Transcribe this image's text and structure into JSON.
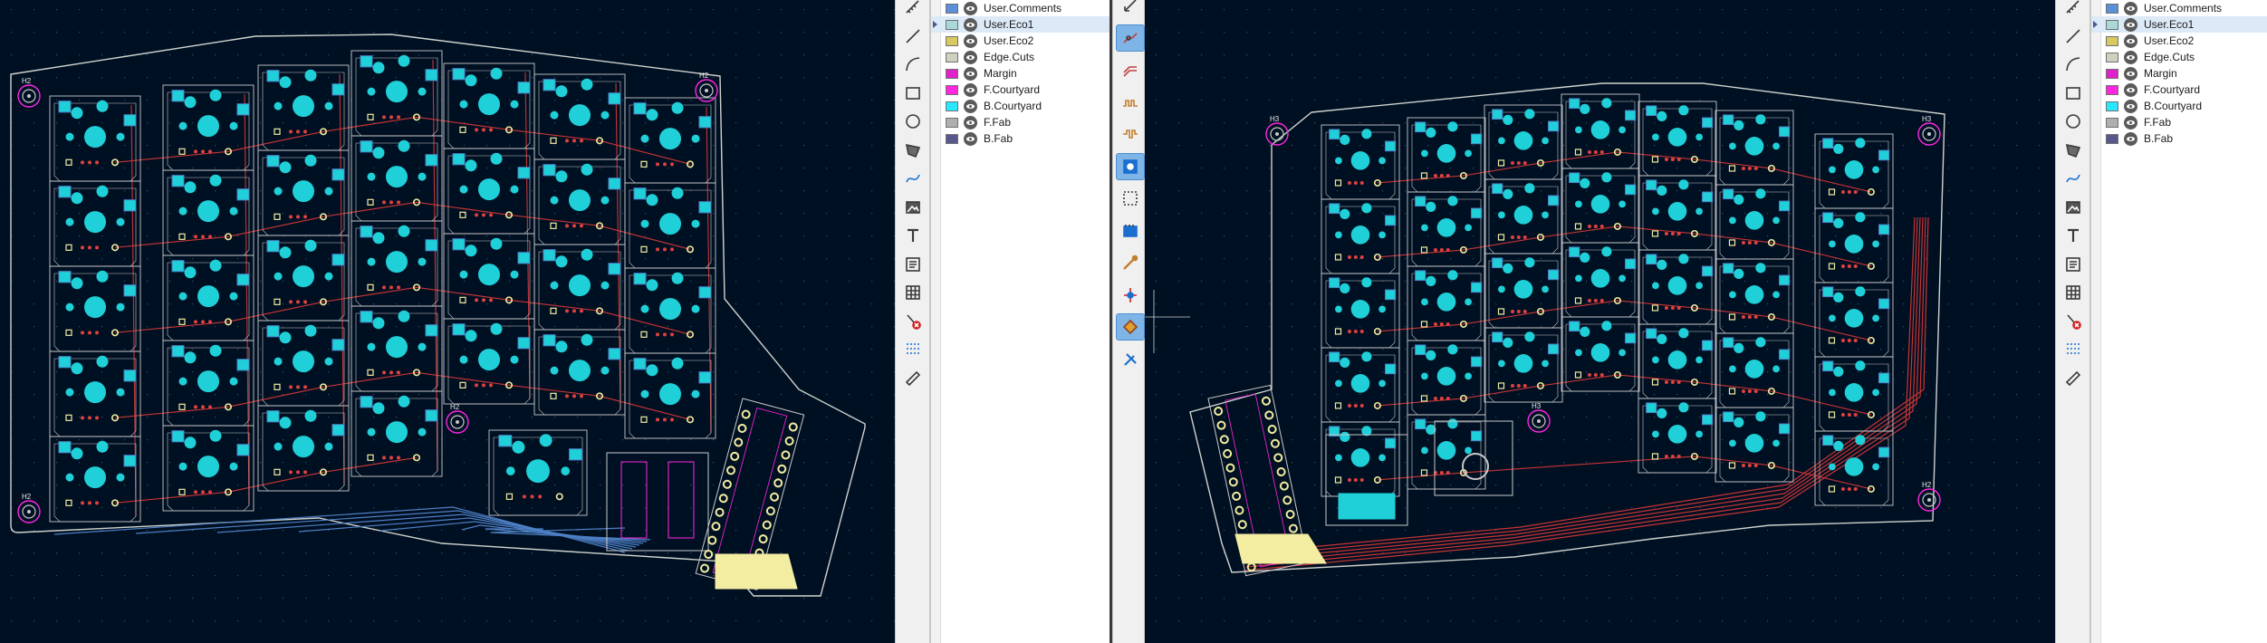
{
  "layers": [
    {
      "name": "User.Comments",
      "color": "#5b8fd8",
      "selected": false
    },
    {
      "name": "User.Eco1",
      "color": "#a8d8d8",
      "selected": true
    },
    {
      "name": "User.Eco2",
      "color": "#d8c860",
      "selected": false
    },
    {
      "name": "Edge.Cuts",
      "color": "#d0d0c0",
      "selected": false
    },
    {
      "name": "Margin",
      "color": "#e020c8",
      "selected": false
    },
    {
      "name": "F.Courtyard",
      "color": "#ff26e2",
      "selected": false
    },
    {
      "name": "B.Courtyard",
      "color": "#26e9ff",
      "selected": false
    },
    {
      "name": "F.Fab",
      "color": "#afafaf",
      "selected": false
    },
    {
      "name": "B.Fab",
      "color": "#58588c",
      "selected": false
    }
  ],
  "right_panel_layers": [
    {
      "name": "User.Comments",
      "color": "#5b8fd8",
      "selected": false
    },
    {
      "name": "User.Eco1",
      "color": "#a8d8d8",
      "selected": true
    },
    {
      "name": "User.Eco2",
      "color": "#d8c860",
      "selected": false
    },
    {
      "name": "Edge.Cuts",
      "color": "#d0d0c0",
      "selected": false
    },
    {
      "name": "Margin",
      "color": "#e020c8",
      "selected": false
    },
    {
      "name": "F.Courtyard",
      "color": "#ff26e2",
      "selected": false
    },
    {
      "name": "B.Courtyard",
      "color": "#26e9ff",
      "selected": false
    },
    {
      "name": "F.Fab",
      "color": "#afafaf",
      "selected": false
    },
    {
      "name": "B.Fab",
      "color": "#58588c",
      "selected": false
    }
  ],
  "hole_labels": {
    "left_top_left": "H2",
    "left_top_right": "H2",
    "left_mid": "H2",
    "left_bottom": "H2",
    "right_top": "H3",
    "right_mid": "H3",
    "right_bottom": "H2",
    "right_left": "H3"
  },
  "left_board_tools": [
    {
      "icon": "measure-icon"
    },
    {
      "icon": "line-icon"
    },
    {
      "icon": "arc-icon"
    },
    {
      "icon": "rectangle-icon"
    },
    {
      "icon": "circle-icon"
    },
    {
      "icon": "polygon-icon"
    },
    {
      "icon": "bezier-icon"
    },
    {
      "icon": "image-icon"
    },
    {
      "icon": "text-icon"
    },
    {
      "icon": "textbox-icon"
    },
    {
      "icon": "table-icon"
    },
    {
      "icon": "delete-tool-icon"
    },
    {
      "icon": "grid-origin-icon"
    },
    {
      "icon": "ruler-icon"
    }
  ],
  "right_toolbar_tools": [
    {
      "icon": "select-icon",
      "active": false
    },
    {
      "icon": "route-track-icon",
      "active": true
    },
    {
      "icon": "route-diff-pair-icon",
      "active": false
    },
    {
      "icon": "tune-length-icon",
      "active": false
    },
    {
      "icon": "tune-skew-icon",
      "active": false
    },
    {
      "icon": "add-via-icon",
      "active": true
    },
    {
      "icon": "add-zone-icon",
      "active": false
    },
    {
      "icon": "rule-area-icon",
      "active": false
    },
    {
      "icon": "add-footprint-icon",
      "active": false
    },
    {
      "icon": "local-ratsnest-icon",
      "active": false
    },
    {
      "icon": "highlight-net-icon",
      "active": true
    },
    {
      "icon": "tools-icon",
      "active": false
    }
  ],
  "colors": {
    "canvas": "#001023",
    "edge": "#d0d2cd",
    "pad": "#1fd0d8",
    "silk": "#f2eda1",
    "fcourt": "#ff26e2",
    "bcourt": "#26e9ff",
    "ftrack": "#c83434",
    "btrack": "#4d7fc4",
    "keybox": "#c8c8c8"
  }
}
